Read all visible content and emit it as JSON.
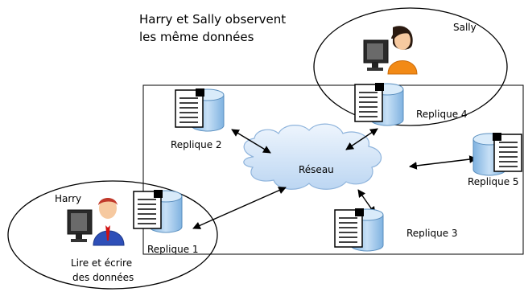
{
  "title": {
    "line1": "Harry et Sally observent",
    "line2": "les même données"
  },
  "users": {
    "sally": {
      "name": "Sally"
    },
    "harry": {
      "name": "Harry",
      "action_line1": "Lire et écrire",
      "action_line2": "des données"
    }
  },
  "network": {
    "label": "Réseau"
  },
  "replicas": {
    "r1": "Replique 1",
    "r2": "Replique 2",
    "r3": "Replique 3",
    "r4": "Replique 4",
    "r5": "Replique 5"
  },
  "icons": [
    "user-icon",
    "computer-icon",
    "database-icon",
    "document-icon",
    "cloud-icon"
  ],
  "colors": {
    "database": "#9ec9ee",
    "cloud": "#cfe2f7",
    "user_shirt_sally": "#f28a16",
    "user_shirt_harry": "#2e4fb8",
    "tie": "#d01010"
  }
}
